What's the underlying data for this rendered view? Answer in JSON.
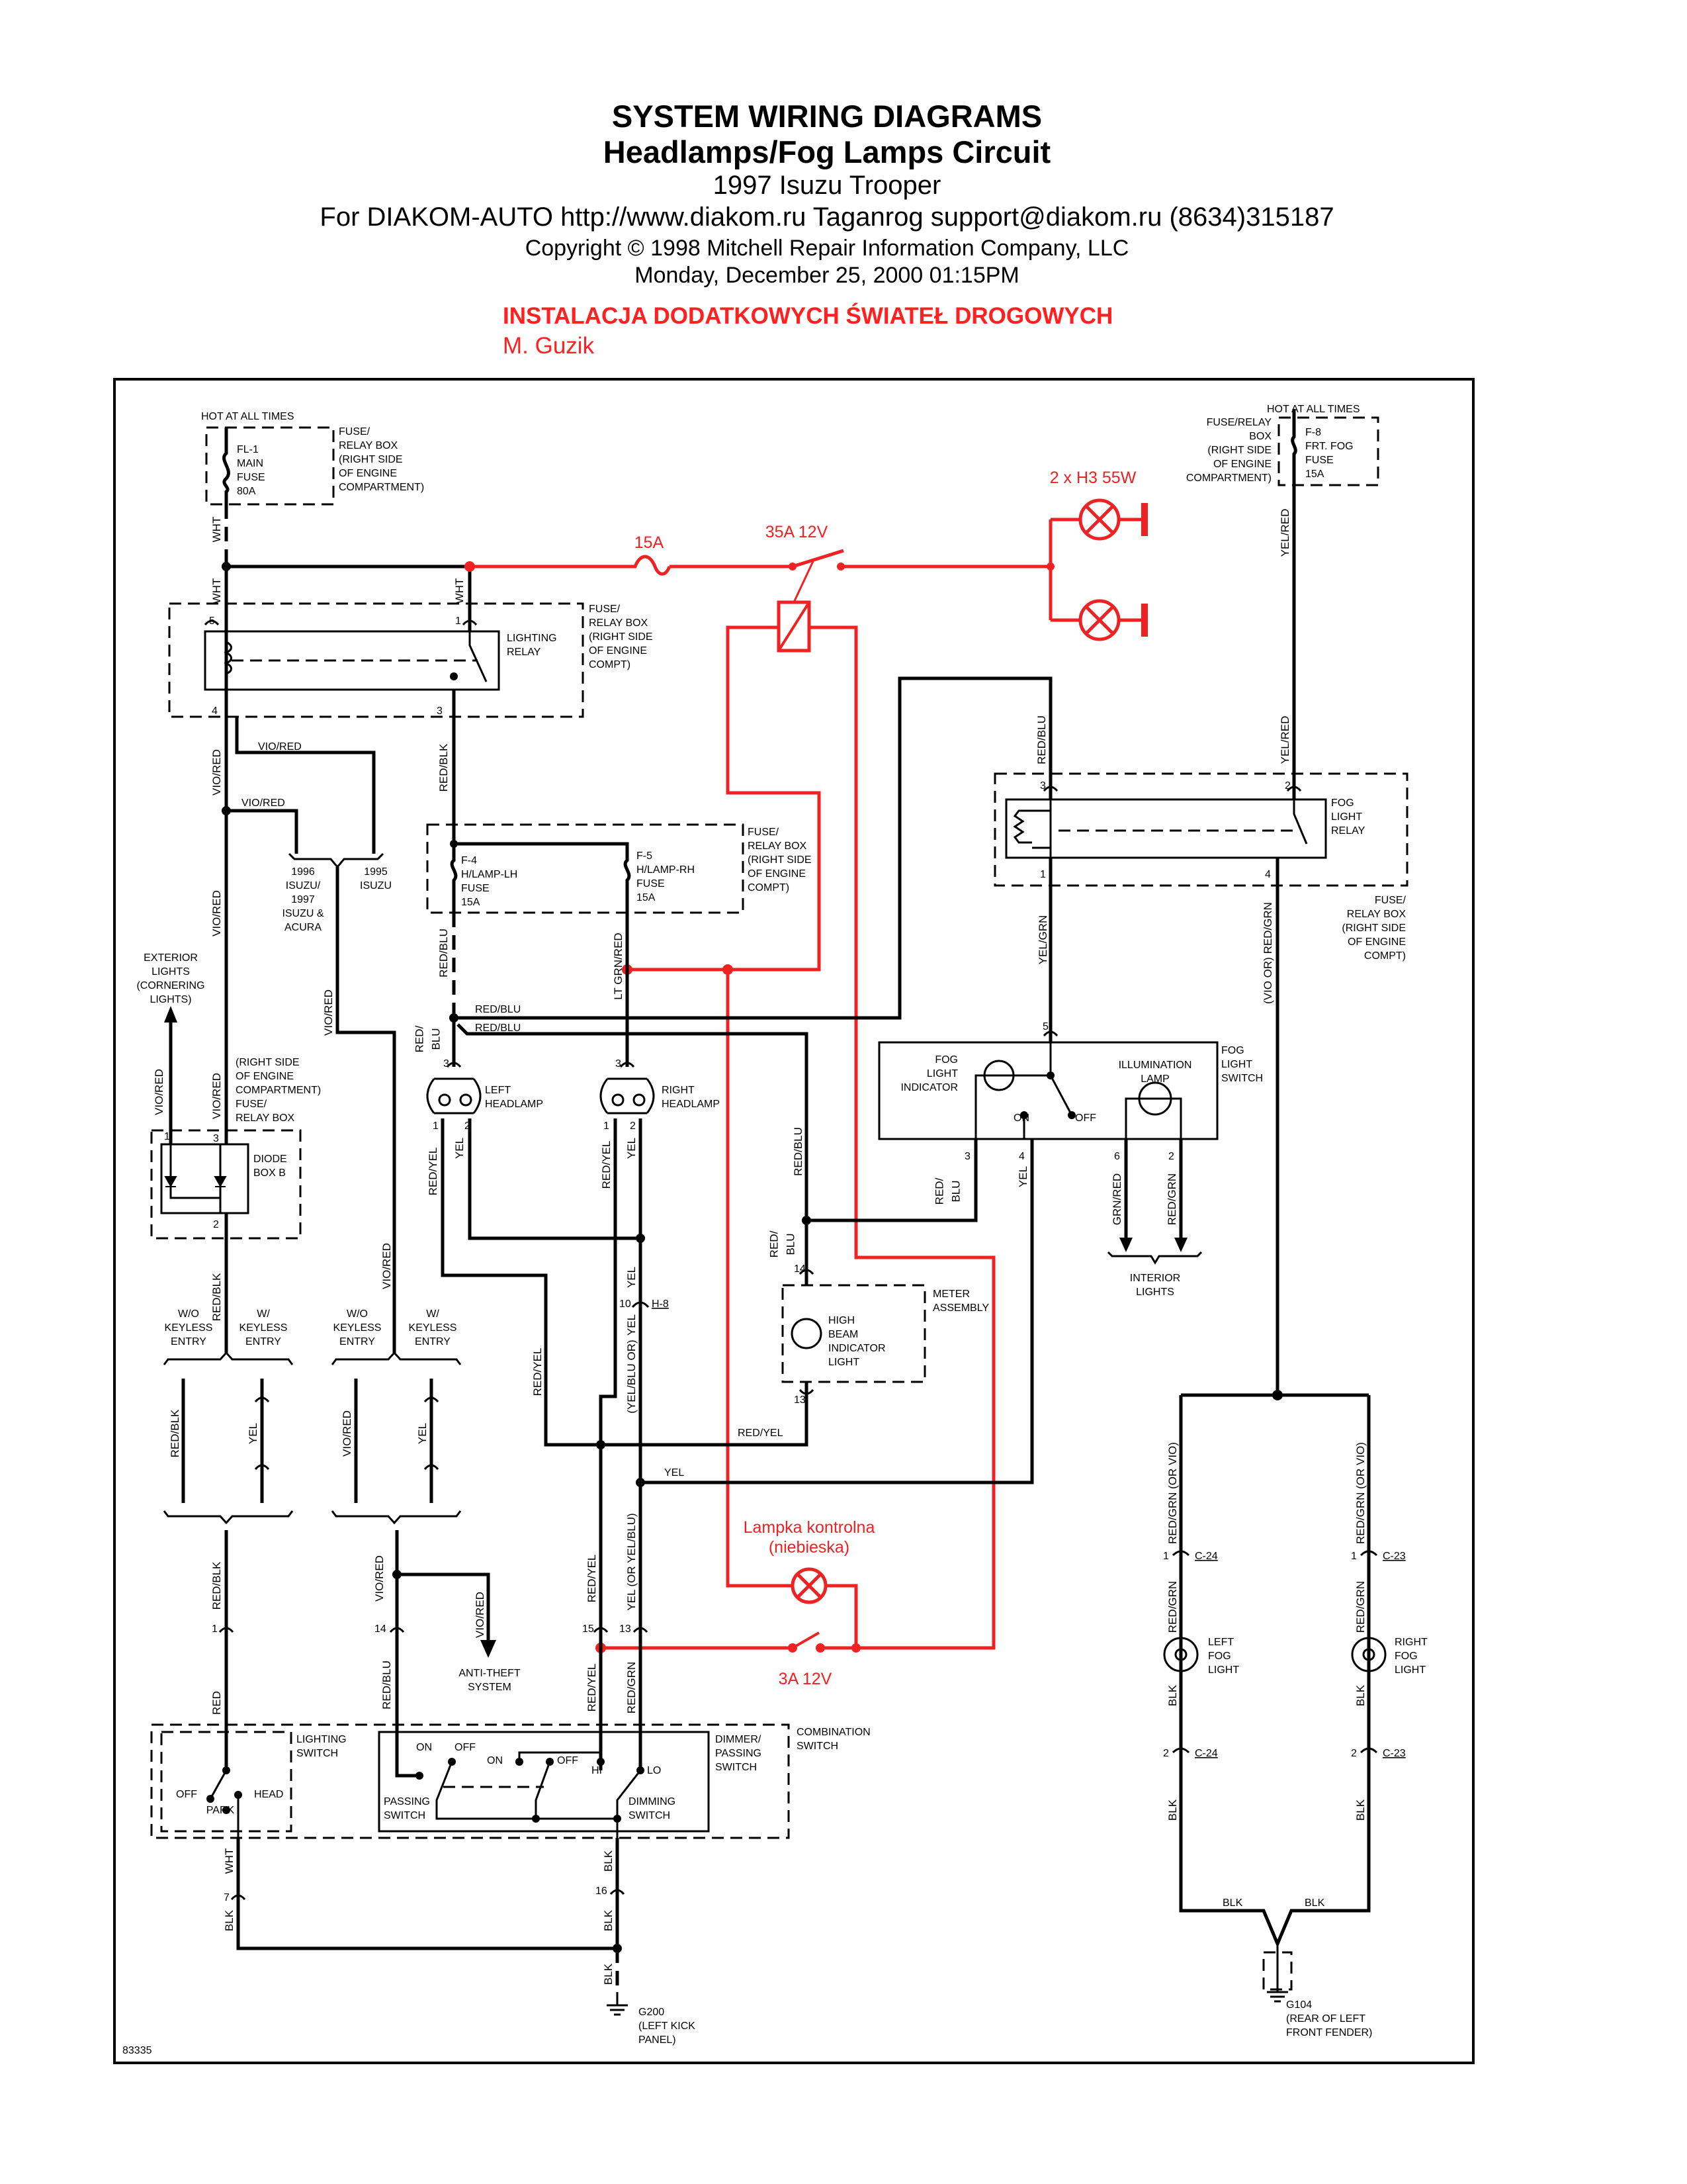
{
  "header": {
    "title": "SYSTEM WIRING DIAGRAMS",
    "subtitle": "Headlamps/Fog Lamps Circuit",
    "vehicle": "1997 Isuzu Trooper",
    "contact": "For DIAKOM-AUTO http://www.diakom.ru Taganrog support@diakom.ru (8634)315187",
    "copyright": "Copyright © 1998 Mitchell Repair Information Company, LLC",
    "date": "Monday, December 25, 2000  01:15PM",
    "annotation_title": "INSTALACJA DODATKOWYCH ŚWIATEŁ DROGOWYCH",
    "annotation_author": "M. Guzik"
  },
  "mods": {
    "fuse": "15A",
    "relay": "35A 12V",
    "lamps": "2 x H3 55W",
    "indicator": [
      "Lampka kontrolna",
      "(niebieska)"
    ],
    "switch": "3A 12V",
    "color": "#ee2222"
  },
  "components": {
    "hot": "HOT AT ALL TIMES",
    "fl1": [
      "FL-1",
      "MAIN",
      "FUSE",
      "80A"
    ],
    "frb_full": [
      "FUSE/",
      "RELAY BOX",
      "(RIGHT SIDE",
      "OF ENGINE",
      "COMPARTMENT)"
    ],
    "frb_compt": [
      "FUSE/",
      "RELAY BOX",
      "(RIGHT SIDE",
      "OF ENGINE",
      "COMPT)"
    ],
    "frb_right_top": [
      "FUSE/RELAY",
      "BOX",
      "(RIGHT SIDE",
      "OF ENGINE",
      "COMPARTMENT)"
    ],
    "f8": [
      "F-8",
      "FRT. FOG",
      "FUSE",
      "15A"
    ],
    "lighting_relay": [
      "LIGHTING",
      "RELAY"
    ],
    "fog_relay": [
      "FOG",
      "LIGHT",
      "RELAY"
    ],
    "f4": [
      "F-4",
      "H/LAMP-LH",
      "FUSE",
      "15A"
    ],
    "f5": [
      "F-5",
      "H/LAMP-RH",
      "FUSE",
      "15A"
    ],
    "years_1996": [
      "1996",
      "ISUZU/",
      "1997",
      "ISUZU &",
      "ACURA"
    ],
    "years_1995": [
      "1995",
      "ISUZU"
    ],
    "exterior": [
      "EXTERIOR",
      "LIGHTS",
      "(CORNERING",
      "LIGHTS)"
    ],
    "diode_loc": [
      "(RIGHT SIDE",
      "OF ENGINE",
      "COMPARTMENT)",
      "FUSE/",
      "RELAY BOX"
    ],
    "diode": [
      "DIODE",
      "BOX B"
    ],
    "left_headlamp": [
      "LEFT",
      "HEADLAMP"
    ],
    "right_headlamp": [
      "RIGHT",
      "HEADLAMP"
    ],
    "fog_indicator": [
      "FOG",
      "LIGHT",
      "INDICATOR"
    ],
    "illumination": [
      "ILLUMINATION",
      "LAMP"
    ],
    "fog_switch": [
      "FOG",
      "LIGHT",
      "SWITCH"
    ],
    "on": "ON",
    "off": "OFF",
    "interior": [
      "INTERIOR",
      "LIGHTS"
    ],
    "meter": [
      "METER",
      "ASSEMBLY"
    ],
    "high_beam": [
      "HIGH",
      "BEAM",
      "INDICATOR",
      "LIGHT"
    ],
    "h8": "H-8",
    "wo_keyless": [
      "W/O",
      "KEYLESS",
      "ENTRY"
    ],
    "w_keyless": [
      "W/",
      "KEYLESS",
      "ENTRY"
    ],
    "antitheft": [
      "ANTI-THEFT",
      "SYSTEM"
    ],
    "lighting_switch": [
      "LIGHTING",
      "SWITCH"
    ],
    "park": "PARK",
    "head": "HEAD",
    "hi": "HI",
    "lo": "LO",
    "dimmer": [
      "DIMMER/",
      "PASSING",
      "SWITCH"
    ],
    "passing": [
      "PASSING",
      "SWITCH"
    ],
    "dimming": [
      "DIMMING",
      "SWITCH"
    ],
    "combination": [
      "COMBINATION",
      "SWITCH"
    ],
    "left_fog": [
      "LEFT",
      "FOG",
      "LIGHT"
    ],
    "right_fog": [
      "RIGHT",
      "FOG",
      "LIGHT"
    ],
    "c24": "C-24",
    "c23": "C-23",
    "g200": [
      "G200",
      "(LEFT KICK",
      "PANEL)"
    ],
    "g104": [
      "G104",
      "(REAR OF LEFT",
      "FRONT FENDER)"
    ]
  },
  "wires": {
    "wht": "WHT",
    "vio_red": "VIO/RED",
    "red_blk": "RED/BLK",
    "red_blu": "RED/BLU",
    "red_blu_split": [
      "RED/",
      "BLU"
    ],
    "lt_grn_red": "LT GRN/RED",
    "red_yel": "RED/YEL",
    "yel": "YEL",
    "yel_red": "YEL/RED",
    "yel_grn": "YEL/GRN",
    "vio_or_red_grn": "(VIO OR) RED/GRN",
    "grn_red": "GRN/RED",
    "red_grn": "RED/GRN",
    "red": "RED",
    "blk": "BLK",
    "red_grn_or_vio": "RED/GRN (OR VIO)",
    "yel_blu_or": "(YEL/BLU OR)",
    "yel_or_yel_blu": "YEL  (OR YEL/BLU)"
  },
  "pins": {
    "1": "1",
    "2": "2",
    "3": "3",
    "4": "4",
    "5": "5",
    "6": "6",
    "7": "7",
    "10": "10",
    "13": "13",
    "14": "14",
    "15": "15",
    "16": "16"
  },
  "diagram_id": "83335"
}
